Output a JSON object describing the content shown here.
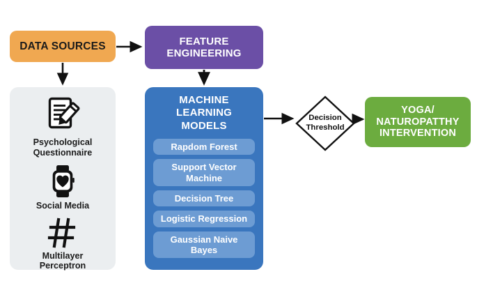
{
  "diagram": {
    "title": "Mental health prediction pipeline flowchart",
    "nodes": {
      "data_sources": {
        "label": "DATA SOURCES",
        "color": "#F0A851"
      },
      "feature_engineering": {
        "label": "FEATURE\nENGINEERING",
        "line1": "FEATURE",
        "line2": "ENGINEERING",
        "color": "#6B4FA6"
      },
      "ml_models": {
        "line1": "MACHINE",
        "line2": "LEARNING",
        "line3": "MODELS",
        "color": "#3A76BE",
        "pill_color": "#6D9CD3"
      },
      "decision_threshold": {
        "line1": "Decision",
        "line2": "Threshold",
        "color": "#FFFFFF",
        "border": "#111111"
      },
      "intervention": {
        "line1": "YOGA/",
        "line2": "NATUROPATTHY",
        "line3": "INTERVENTION",
        "color": "#6CAC3F"
      }
    },
    "sources_panel": {
      "background": "#EBEEF0",
      "items": [
        {
          "icon": "document-pencil-icon",
          "line1": "Psychological",
          "line2": "Questionnaire"
        },
        {
          "icon": "smartwatch-heart-icon",
          "line1": "Social Media",
          "line2": ""
        },
        {
          "icon": "hashtag-icon",
          "line1": "Multilayer",
          "line2": "Perceptron"
        }
      ]
    },
    "models": [
      {
        "label": "Rapdom Forest"
      },
      {
        "line1": "Support Vector",
        "line2": "Machine"
      },
      {
        "label": "Decision Tree"
      },
      {
        "label": "Logistic Regression"
      },
      {
        "line1": "Gaussian Naive",
        "line2": "Bayes"
      }
    ],
    "arrows": [
      {
        "name": "data-sources-to-feature-engineering",
        "direction": "right"
      },
      {
        "name": "data-sources-to-sources-panel",
        "direction": "down"
      },
      {
        "name": "feature-engineering-to-ml-models",
        "direction": "down"
      },
      {
        "name": "ml-models-to-decision-threshold",
        "direction": "right"
      },
      {
        "name": "decision-threshold-to-intervention",
        "direction": "right"
      }
    ]
  }
}
